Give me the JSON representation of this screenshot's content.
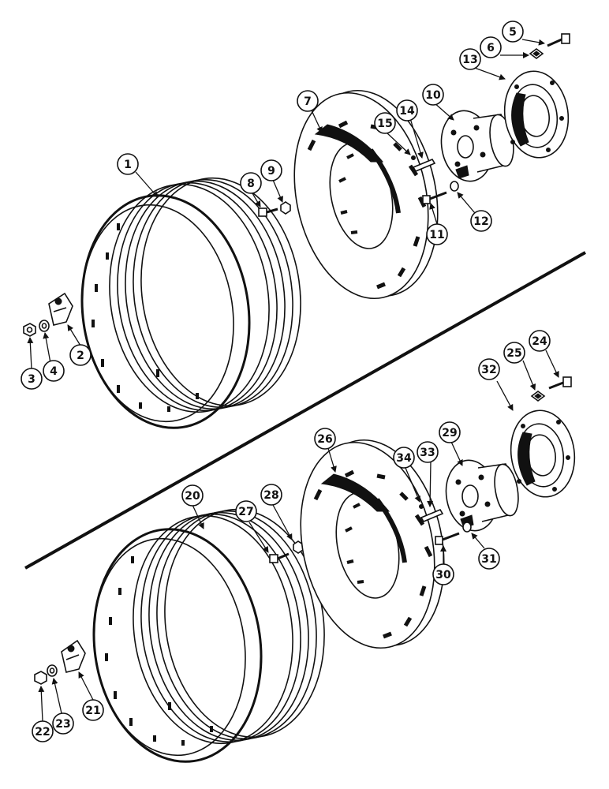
{
  "callouts": {
    "c1": "1",
    "c2": "2",
    "c3": "3",
    "c4": "4",
    "c5": "5",
    "c6": "6",
    "c7": "7",
    "c8": "8",
    "c9": "9",
    "c10": "10",
    "c11": "11",
    "c12": "12",
    "c13": "13",
    "c14": "14",
    "c15": "15",
    "c20": "20",
    "c21": "21",
    "c22": "22",
    "c23": "23",
    "c24": "24",
    "c25": "25",
    "c26": "26",
    "c27": "27",
    "c28": "28",
    "c29": "29",
    "c30": "30",
    "c31": "31",
    "c32": "32",
    "c33": "33",
    "c34": "34"
  }
}
